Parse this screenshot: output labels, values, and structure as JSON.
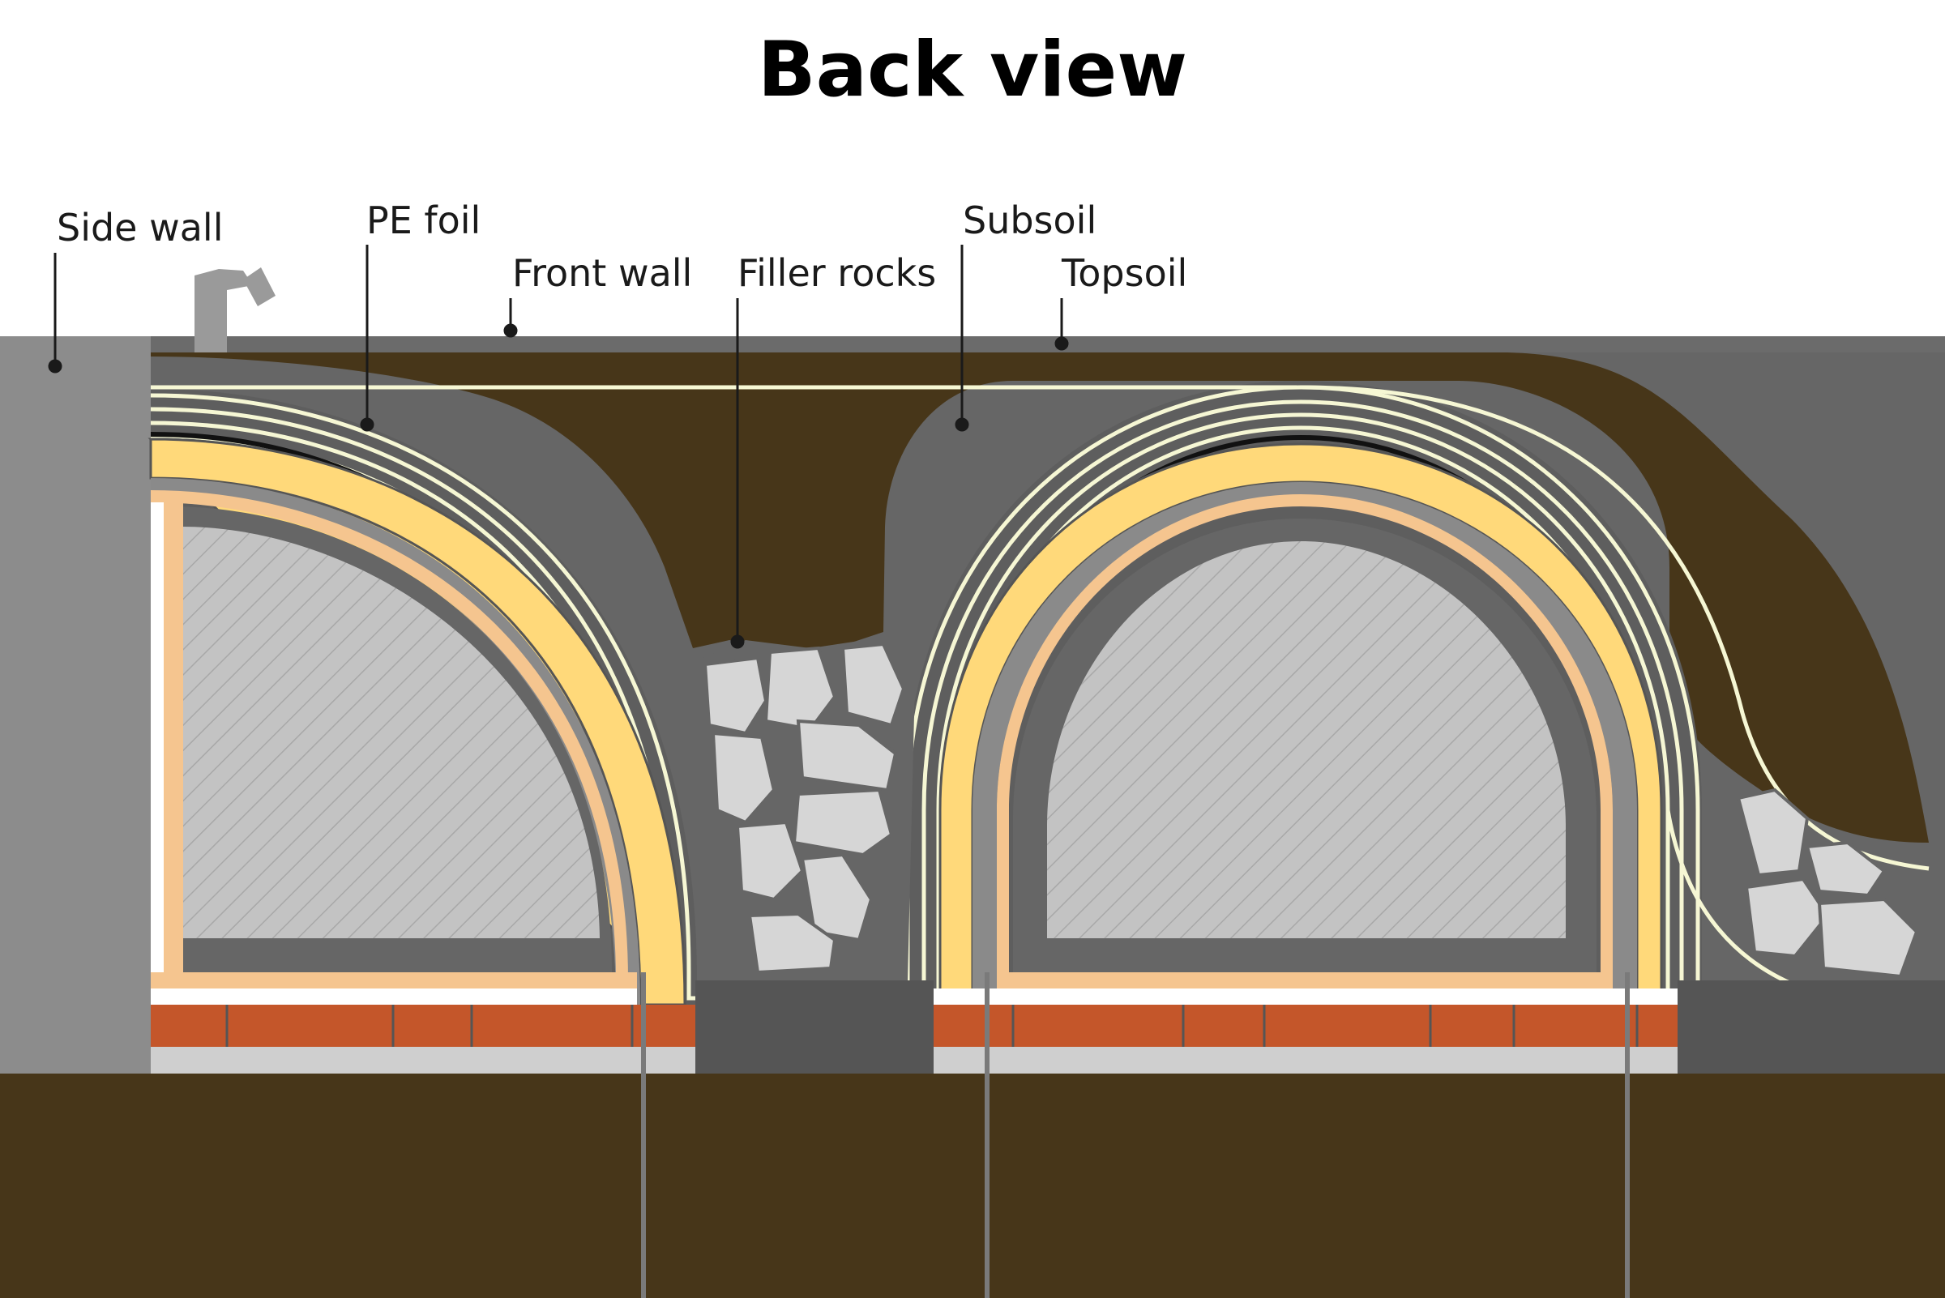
{
  "title": "Back view",
  "labels": {
    "side_wall": "Side wall",
    "pe_foil": "PE foil",
    "front_wall": "Front wall",
    "filler_rocks": "Filler rocks",
    "subsoil": "Subsoil",
    "topsoil": "Topsoil"
  },
  "colors": {
    "soil_dark": "#473619",
    "stone_gray": "#666666",
    "side_wall_gray": "#8c8c8c",
    "insulation_yellow": "#ffd97a",
    "foil_cream": "#f6f7d4",
    "brick_orange": "#c4562a",
    "wood_tan": "#f5c58f",
    "rock_light": "#d6d6d6",
    "gravel_gray": "#cfcfcf",
    "inner_hatch": "#c3c3c3",
    "drain_gray": "#595959"
  }
}
